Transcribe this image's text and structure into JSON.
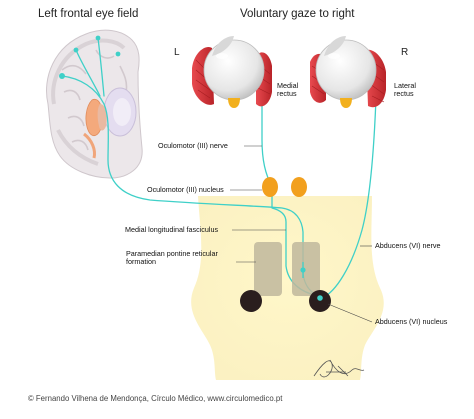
{
  "titles": {
    "left": "Left frontal eye field",
    "right": "Voluntary gaze to right"
  },
  "eyes": {
    "left_letter": "L",
    "right_letter": "R"
  },
  "labels": {
    "medial_rectus": "Medial rectus",
    "lateral_rectus": "Lateral rectus",
    "oculomotor_nerve": "Oculomotor (III) nerve",
    "oculomotor_nucleus": "Oculomotor (III) nucleus",
    "mlf": "Medial longitudinal fasciculus",
    "pprf": "Paramedian pontine reticular formation",
    "abducens_nerve": "Abducens (VI) nerve",
    "abducens_nucleus": "Abducens (VI) nucleus"
  },
  "signature": "Fonseca",
  "credit": "© Fernando Vilhena de Mendonça, Círculo Médico, www.circulomedico.pt",
  "colors": {
    "pathway": "#3fd0c8",
    "brainstem": "#fdf6d0",
    "nucleus_orange": "#f2a01e",
    "muscle_red": "#d8353a",
    "pprf_gray": "#bfb79c",
    "dark_nucleus": "#2a1e1e"
  }
}
